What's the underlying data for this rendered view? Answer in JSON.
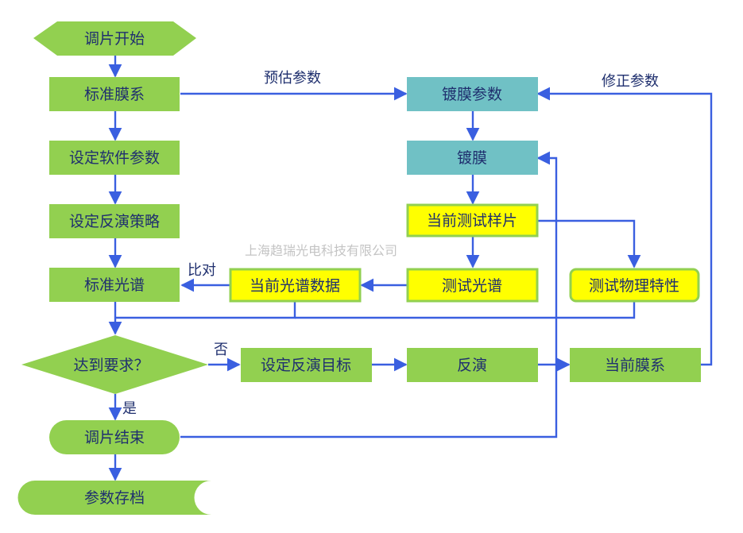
{
  "nodes": {
    "start": "调片开始",
    "std_film": "标准膜系",
    "set_params": "设定软件参数",
    "set_strategy": "设定反演策略",
    "std_spectrum": "标准光谱",
    "reach": "达到要求？",
    "end": "调片结束",
    "archive": "参数存档",
    "coat_params": "镀膜参数",
    "coating": "镀膜",
    "test_sample": "当前测试样片",
    "test_spectrum": "测试光谱",
    "cur_spectrum": "当前光谱数据",
    "physical": "测试物理特性",
    "set_target": "设定反演目标",
    "inversion": "反演",
    "cur_film": "当前膜系"
  },
  "edge_labels": {
    "estimate": "预估参数",
    "correct": "修正参数",
    "compare": "比对",
    "no": "否",
    "yes": "是"
  },
  "watermark": "上海趋瑞光电科技有限公司",
  "colors": {
    "green": "#92d050",
    "teal": "#70c1c5",
    "yellow": "#ffff00",
    "arrow": "#3a5fe0",
    "text": "#1f2f6e"
  }
}
